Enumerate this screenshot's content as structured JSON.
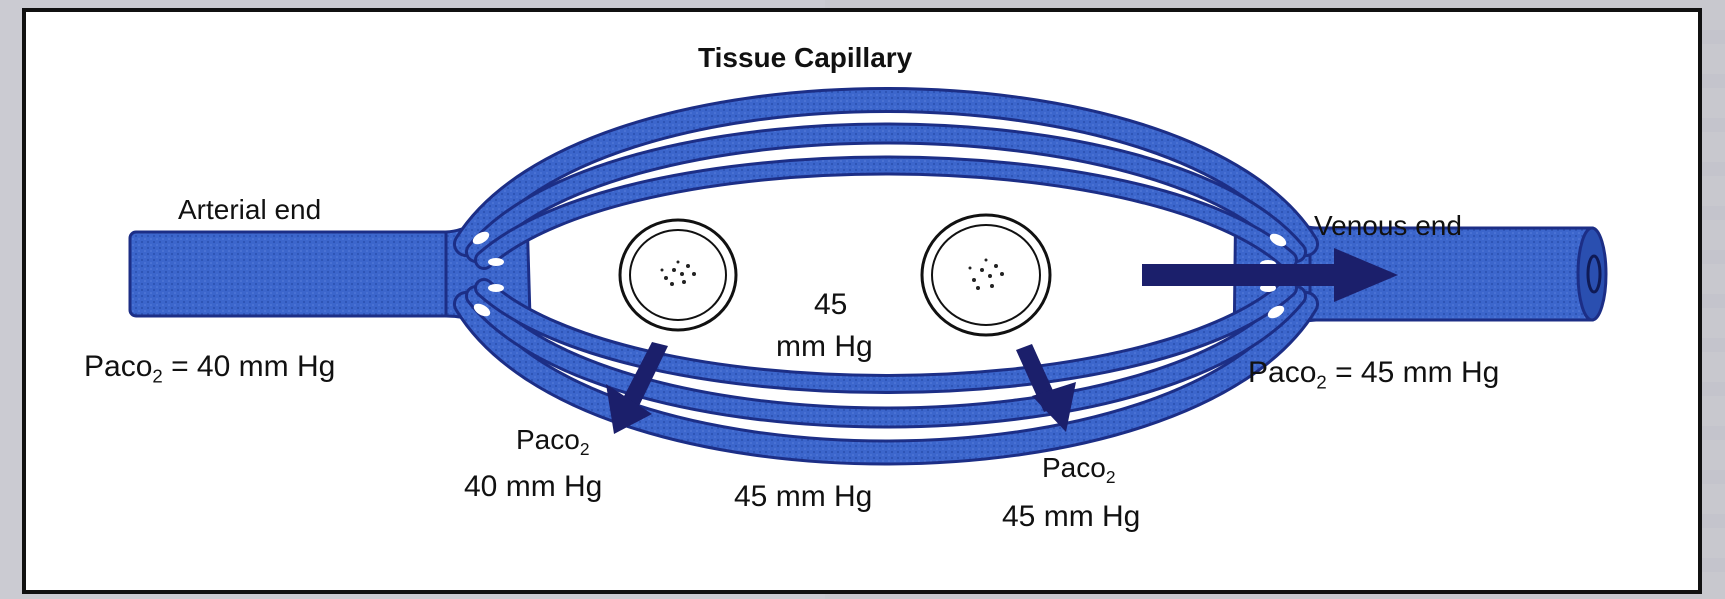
{
  "title": "Tissue Capillary",
  "labels": {
    "arterial_end": "Arterial end",
    "venous_end": "Venous end",
    "arterial_paco2_prefix": "Paco",
    "arterial_paco2_sub": "2",
    "arterial_paco2_value": " = 40 mm Hg",
    "venous_paco2_prefix": "Paco",
    "venous_paco2_sub": "2",
    "venous_paco2_value": " = 45 mm Hg",
    "tissue_value_top": "45",
    "tissue_unit_top": "mm Hg",
    "left_cap_prefix": "Paco",
    "left_cap_sub": "2",
    "left_cap_value": "40 mm Hg",
    "middle_value": "45 mm Hg",
    "right_cap_prefix": "Paco",
    "right_cap_sub": "2",
    "right_cap_value": "45 mm Hg"
  },
  "colors": {
    "vessel": "#3560c8",
    "vessel_dark": "#1c2e86",
    "arrow": "#1b1f6b"
  }
}
